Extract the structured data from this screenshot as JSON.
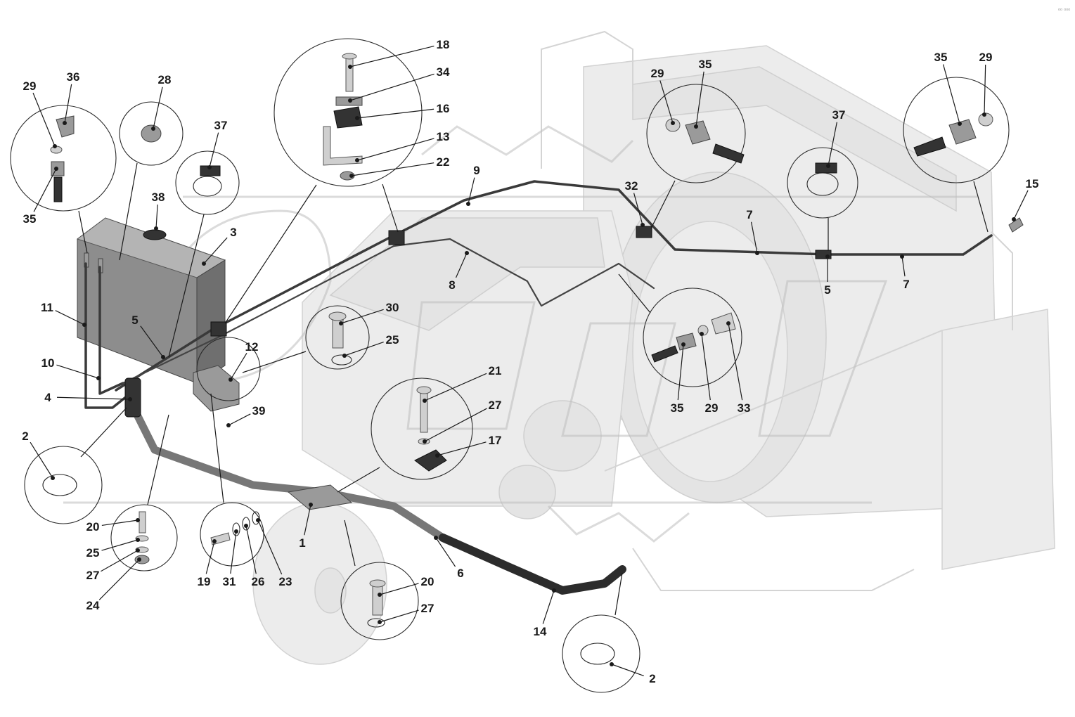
{
  "callouts": [
    {
      "id": "c1",
      "label": "1"
    },
    {
      "id": "c2a",
      "label": "2"
    },
    {
      "id": "c2b",
      "label": "2"
    },
    {
      "id": "c3",
      "label": "3"
    },
    {
      "id": "c4",
      "label": "4"
    },
    {
      "id": "c5a",
      "label": "5"
    },
    {
      "id": "c5b",
      "label": "5"
    },
    {
      "id": "c6",
      "label": "6"
    },
    {
      "id": "c7a",
      "label": "7"
    },
    {
      "id": "c7b",
      "label": "7"
    },
    {
      "id": "c8",
      "label": "8"
    },
    {
      "id": "c9",
      "label": "9"
    },
    {
      "id": "c10",
      "label": "10"
    },
    {
      "id": "c11",
      "label": "11"
    },
    {
      "id": "c12",
      "label": "12"
    },
    {
      "id": "c13",
      "label": "13"
    },
    {
      "id": "c14",
      "label": "14"
    },
    {
      "id": "c15",
      "label": "15"
    },
    {
      "id": "c16",
      "label": "16"
    },
    {
      "id": "c17",
      "label": "17"
    },
    {
      "id": "c18",
      "label": "18"
    },
    {
      "id": "c19",
      "label": "19"
    },
    {
      "id": "c20a",
      "label": "20"
    },
    {
      "id": "c20b",
      "label": "20"
    },
    {
      "id": "c21",
      "label": "21"
    },
    {
      "id": "c22",
      "label": "22"
    },
    {
      "id": "c23",
      "label": "23"
    },
    {
      "id": "c24",
      "label": "24"
    },
    {
      "id": "c25a",
      "label": "25"
    },
    {
      "id": "c25b",
      "label": "25"
    },
    {
      "id": "c26",
      "label": "26"
    },
    {
      "id": "c27a",
      "label": "27"
    },
    {
      "id": "c27b",
      "label": "27"
    },
    {
      "id": "c27c",
      "label": "27"
    },
    {
      "id": "c28",
      "label": "28"
    },
    {
      "id": "c29a",
      "label": "29"
    },
    {
      "id": "c29b",
      "label": "29"
    },
    {
      "id": "c29c",
      "label": "29"
    },
    {
      "id": "c29d",
      "label": "29"
    },
    {
      "id": "c30",
      "label": "30"
    },
    {
      "id": "c31",
      "label": "31"
    },
    {
      "id": "c32",
      "label": "32"
    },
    {
      "id": "c33",
      "label": "33"
    },
    {
      "id": "c34",
      "label": "34"
    },
    {
      "id": "c35a",
      "label": "35"
    },
    {
      "id": "c35b",
      "label": "35"
    },
    {
      "id": "c35c",
      "label": "35"
    },
    {
      "id": "c35d",
      "label": "35"
    },
    {
      "id": "c36",
      "label": "36"
    },
    {
      "id": "c37a",
      "label": "37"
    },
    {
      "id": "c37b",
      "label": "37"
    },
    {
      "id": "c38",
      "label": "38"
    },
    {
      "id": "c39",
      "label": "39"
    }
  ],
  "corner_mark": "ᵒᵒ ᵒᵒᵒ"
}
